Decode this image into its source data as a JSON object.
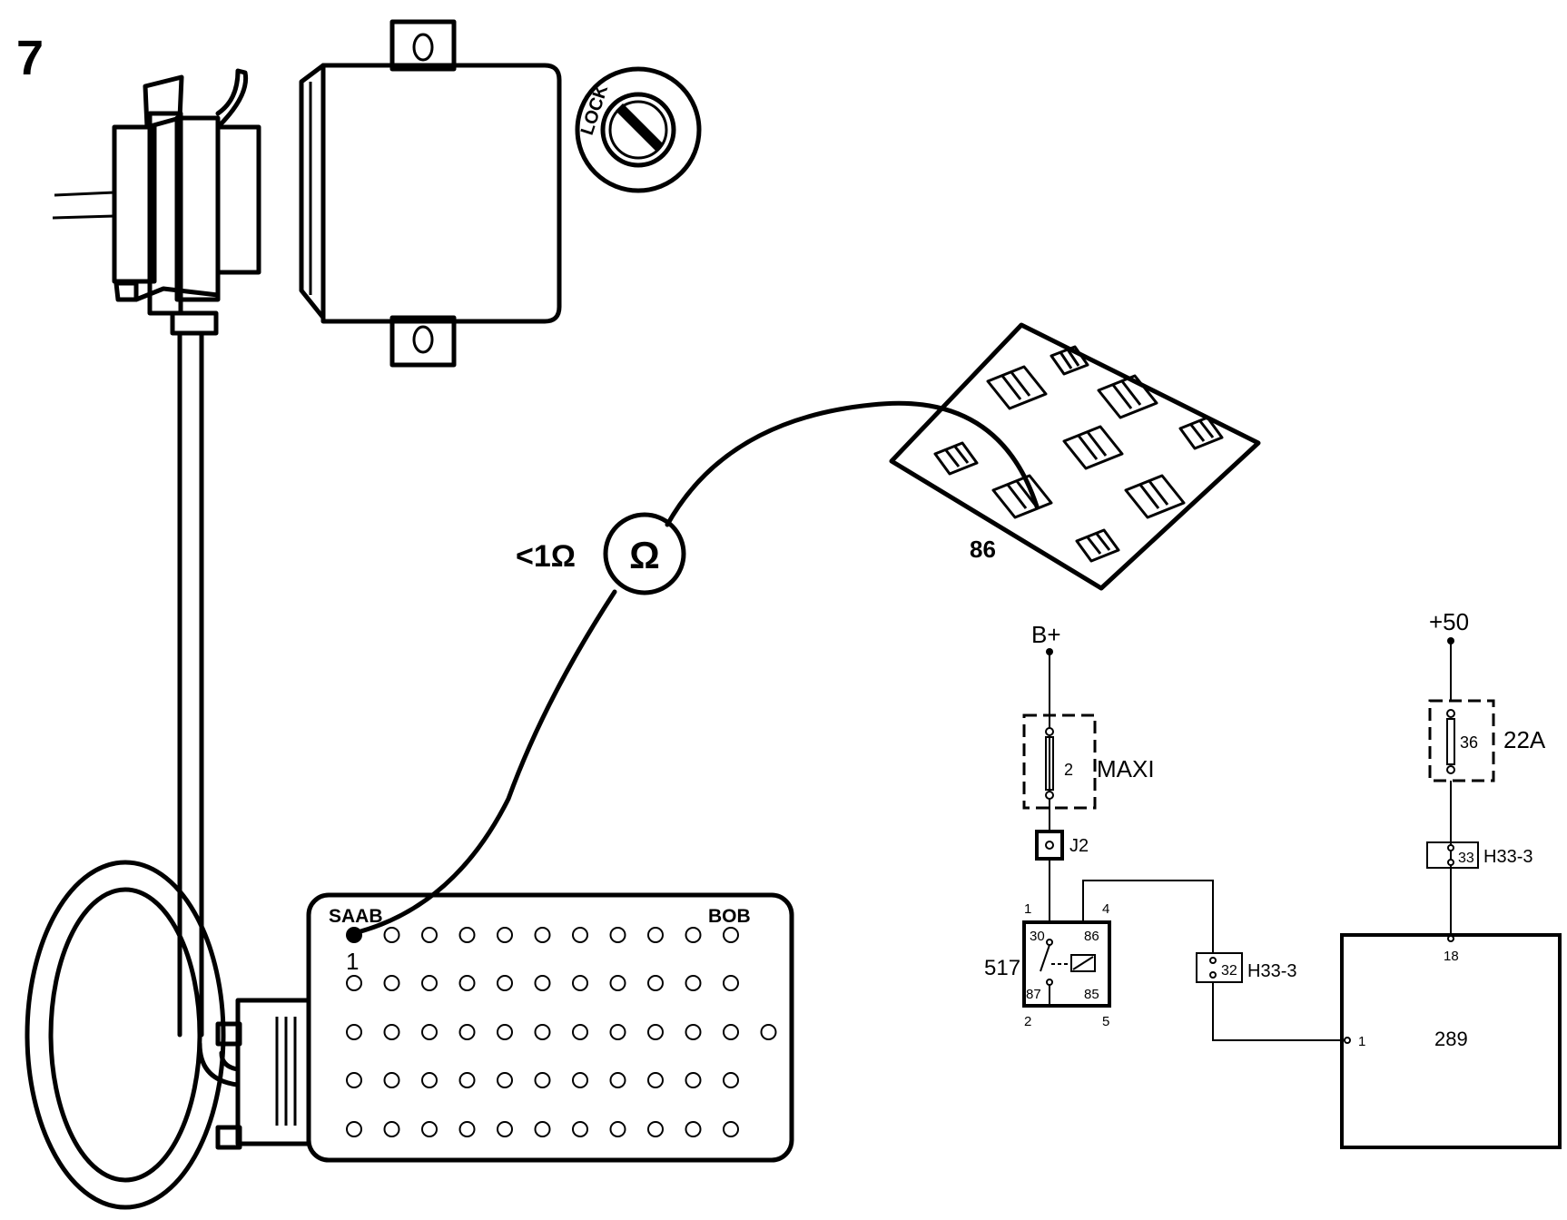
{
  "step_number": "7",
  "ohmmeter": {
    "reading": "<1Ω",
    "symbol": "Ω"
  },
  "bob": {
    "brand": "SAAB",
    "label": "BOB",
    "pin_label": "1"
  },
  "lock_label": "LOCK",
  "relay_terminal": "86",
  "schematic": {
    "supply_left": "B+",
    "supply_right": "+50",
    "maxi_fuse": {
      "number": "2",
      "label": "MAXI"
    },
    "fuse_22a": {
      "number": "36",
      "label": "22A"
    },
    "junction": "J2",
    "relay": {
      "id": "517",
      "pins": {
        "p30": "30",
        "p86": "86",
        "p87": "87",
        "p85": "85"
      },
      "terminals": {
        "t1": "1",
        "t4": "4",
        "t2": "2",
        "t5": "5"
      }
    },
    "connector_left": {
      "pin": "32",
      "label": "H33-3"
    },
    "connector_right": {
      "pin": "33",
      "label": "H33-3"
    },
    "ecu": {
      "id": "289",
      "pin_left": "1",
      "pin_top": "18"
    }
  },
  "colors": {
    "ink": "#000000",
    "paper": "#ffffff"
  }
}
